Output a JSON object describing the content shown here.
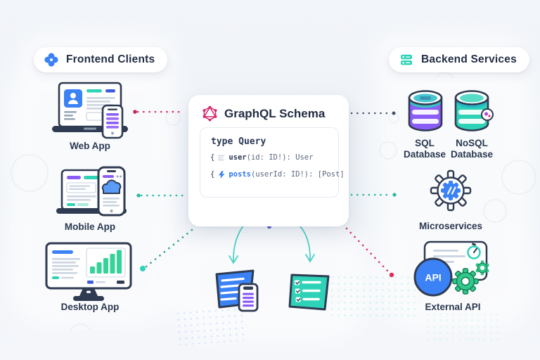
{
  "badges": {
    "frontend": {
      "label": "Frontend Clients",
      "icon": "apps-icon"
    },
    "backend": {
      "label": "Backend Services",
      "icon": "server-icon"
    }
  },
  "schema": {
    "title": "GraphQL Schema",
    "icon": "graphql-icon",
    "code": {
      "header": "type Query",
      "lines": [
        {
          "brace": "{",
          "icon": "list-icon",
          "name": "user",
          "signature": "(id: ID!): User"
        },
        {
          "brace": "{",
          "icon": "bolt-icon",
          "name": "posts",
          "signature": "(userId: ID!): [Post]"
        }
      ]
    }
  },
  "frontend_nodes": [
    {
      "label": "Web App"
    },
    {
      "label": "Mobile App"
    },
    {
      "label": "Desktop App"
    }
  ],
  "backend_nodes": {
    "sql": {
      "line1": "SQL",
      "line2": "Database"
    },
    "nosql": {
      "line1": "NoSQL",
      "line2": "Database"
    },
    "microservices": {
      "label": "Microservices"
    },
    "external_api": {
      "label": "External API",
      "api_badge": "API"
    }
  },
  "colors": {
    "blue": "#3b82f6",
    "teal": "#2ed3b7",
    "purple": "#8b5cf6",
    "pink": "#d6366e",
    "navy": "#2f3b52",
    "green": "#30c88b"
  }
}
